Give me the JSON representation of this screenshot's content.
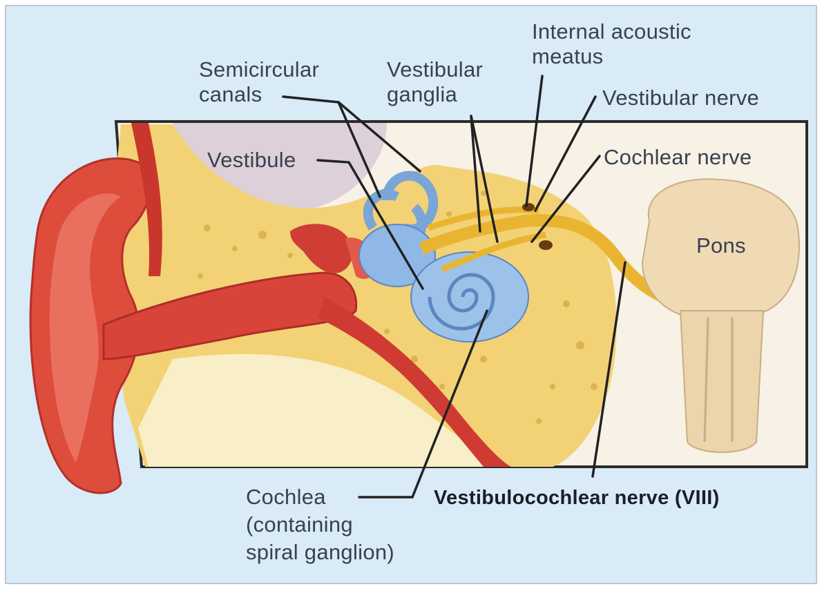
{
  "labels": {
    "internal_acoustic_meatus": "Internal acoustic\nmeatus",
    "semicircular_canals": "Semicircular\ncanals",
    "vestibular_ganglia": "Vestibular\nganglia",
    "vestibular_nerve": "Vestibular nerve",
    "vestibule": "Vestibule",
    "cochlear_nerve": "Cochlear nerve",
    "pons": "Pons",
    "cochlea": "Cochlea\n(containing\nspiral ganglion)",
    "vestibulocochlear_nerve": "Vestibulocochlear nerve (VIII)"
  },
  "colors": {
    "background": "#d6eaf5",
    "bone": "#f4d77a",
    "ear": "#d8443a",
    "inner_ear": "#8fb8e6",
    "nerve": "#e9b531",
    "brainstem": "#eed7b0",
    "leader": "#222222"
  }
}
